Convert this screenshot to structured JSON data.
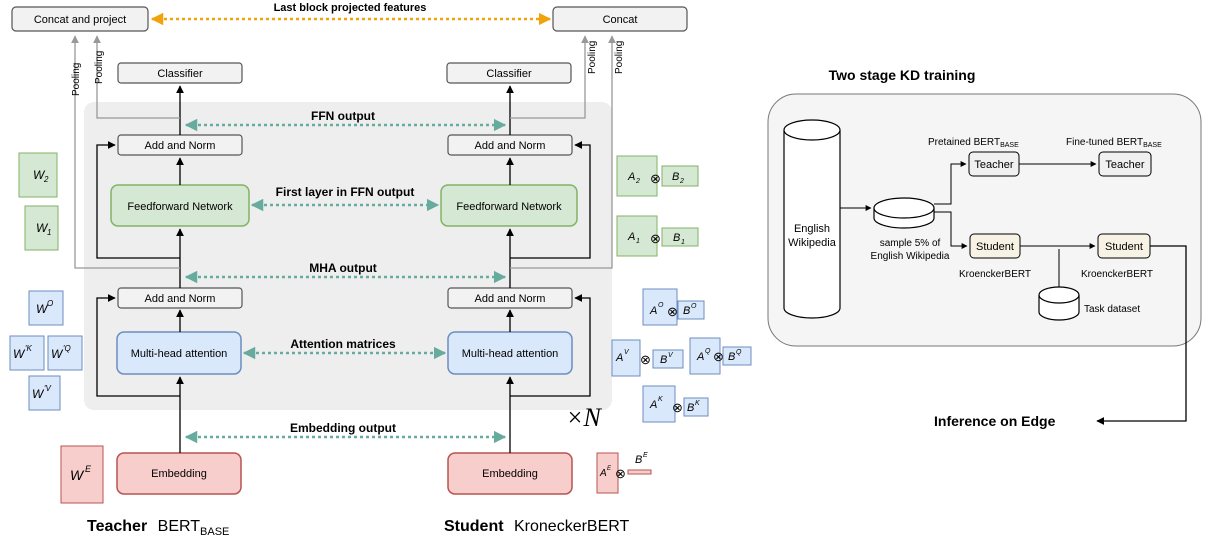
{
  "colors": {
    "panel_bg": "#eeeeee",
    "green_fill": "#d5e8d4",
    "green_stroke": "#82b366",
    "blue_fill": "#dae8fc",
    "blue_stroke": "#6c8ebf",
    "red_fill": "#f8cecc",
    "red_stroke": "#b85450",
    "teal_arrow": "#67ab9f",
    "orange_arrow": "#f0a30a",
    "gray_line": "#999999"
  },
  "top": {
    "left_box": "Concat and project",
    "right_box": "Concat",
    "link_label": "Last block projected features"
  },
  "blocks": {
    "classifier": "Classifier",
    "add_norm": "Add and Norm",
    "ffn": "Feedforward Network",
    "mha": "Multi-head attention",
    "embedding": "Embedding",
    "pooling": "Pooling"
  },
  "link_labels": {
    "ffn_output": "FFN output",
    "first_layer": "First layer in FFN output",
    "mha_output": "MHA output",
    "attention": "Attention matrices",
    "embedding_output": "Embedding output"
  },
  "repeat": "×N",
  "captions": {
    "teacher_bold": "Teacher",
    "teacher_model": "BERT",
    "teacher_sub": "BASE",
    "student_bold": "Student",
    "student_model": "KroneckerBERT"
  },
  "teacher_weights": {
    "w2": "W",
    "w2_sub": "2",
    "w1": "W",
    "w1_sub": "1",
    "wo": "W",
    "wo_sup": "O",
    "wk": "W",
    "wk_sup": "′K",
    "wq": "W",
    "wq_sup": "′Q",
    "wv": "W",
    "wv_sup": "′V",
    "we": "W",
    "we_sup": "E"
  },
  "student_weights": {
    "a2": "A",
    "a2_sub": "2",
    "b2": "B",
    "b2_sub": "2",
    "a1": "A",
    "a1_sub": "1",
    "b1": "B",
    "b1_sub": "1",
    "ao": "A",
    "ao_sup": "O",
    "bo": "B",
    "bo_sup": "O",
    "av": "A",
    "av_sup": "V",
    "bv": "B",
    "bv_sup": "V",
    "aq": "A",
    "aq_sup": "Q",
    "bq": "B",
    "bq_sup": "Q",
    "ak": "A",
    "ak_sup": "K",
    "bk": "B",
    "bk_sup": "K",
    "ae": "A",
    "ae_sup": "E",
    "be": "B",
    "be_sup": "E",
    "otimes": "⊗"
  },
  "kd": {
    "title": "Two stage KD training",
    "wiki_line1": "English",
    "wiki_line2": "Wikipedia",
    "sample_line1": "sample 5% of",
    "sample_line2": "English Wikipedia",
    "pretrained_label": "Pretained  BERT",
    "pretrained_sub": "BASE",
    "finetuned_label": "Fine-tuned  BERT",
    "finetuned_sub": "BASE",
    "teacher": "Teacher",
    "student": "Student",
    "student_caption": "KroenckerBERT",
    "task_dataset": "Task dataset",
    "inference": "Inference on Edge"
  }
}
